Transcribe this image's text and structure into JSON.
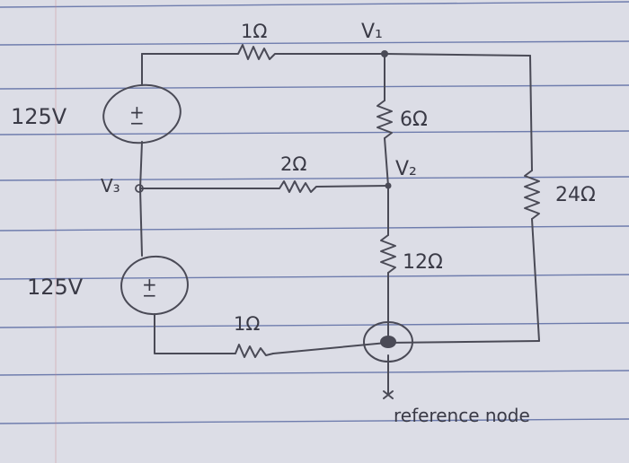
{
  "paper": {
    "background": "#dcdde6",
    "rule_color": "#4a5c9a",
    "ink_color": "#3a3a46"
  },
  "labels": {
    "node_v1": "V₁",
    "node_v2": "V₂",
    "node_v3": "V₃",
    "r_top": "1Ω",
    "r_mid": "2Ω",
    "r_6": "6Ω",
    "r_12": "12Ω",
    "r_24": "24Ω",
    "r_bottom": "1Ω",
    "source_top": "125V",
    "source_bottom": "125V",
    "source_top_symbol": "+\n−",
    "source_bottom_symbol": "+\n−",
    "reference_node": "reference node"
  }
}
